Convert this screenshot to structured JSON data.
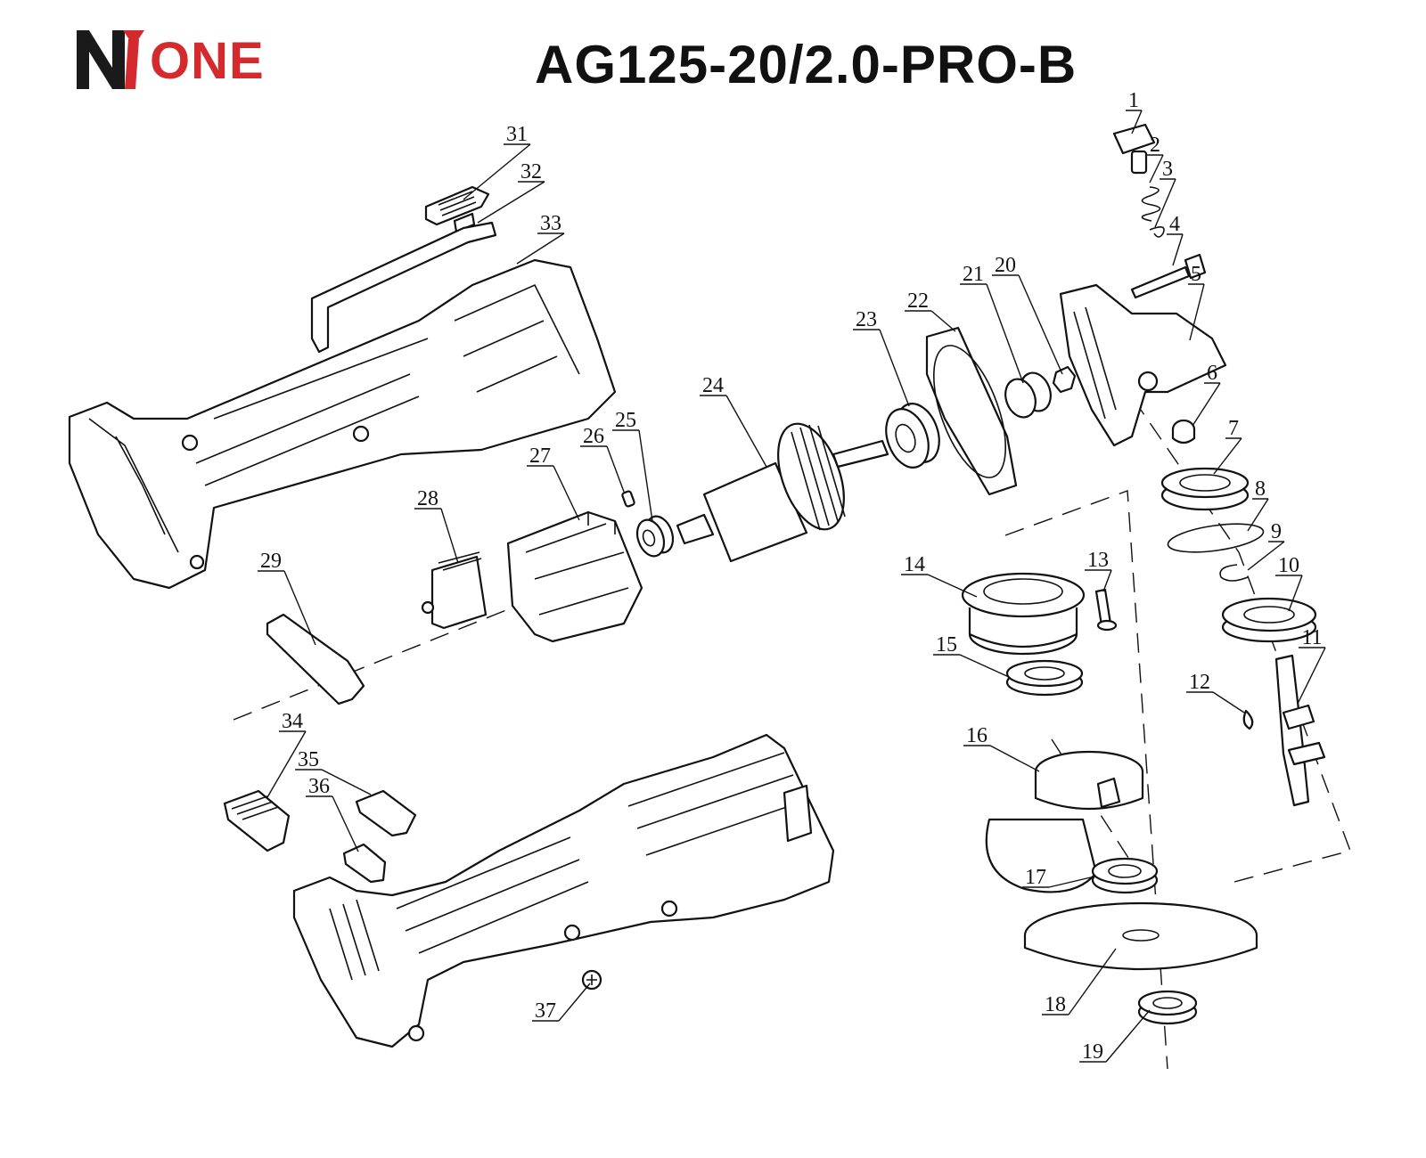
{
  "brand": {
    "name": "ONE",
    "color": "#d42a2e",
    "mark_color": "#1a1a1a"
  },
  "title": "AG125-20/2.0-PRO-B",
  "callouts": [
    "1",
    "2",
    "3",
    "4",
    "5",
    "6",
    "7",
    "8",
    "9",
    "10",
    "11",
    "12",
    "13",
    "14",
    "15",
    "16",
    "17",
    "18",
    "19",
    "20",
    "21",
    "22",
    "23",
    "24",
    "25",
    "26",
    "27",
    "28",
    "29",
    "31",
    "32",
    "33",
    "34",
    "35",
    "36",
    "37"
  ]
}
